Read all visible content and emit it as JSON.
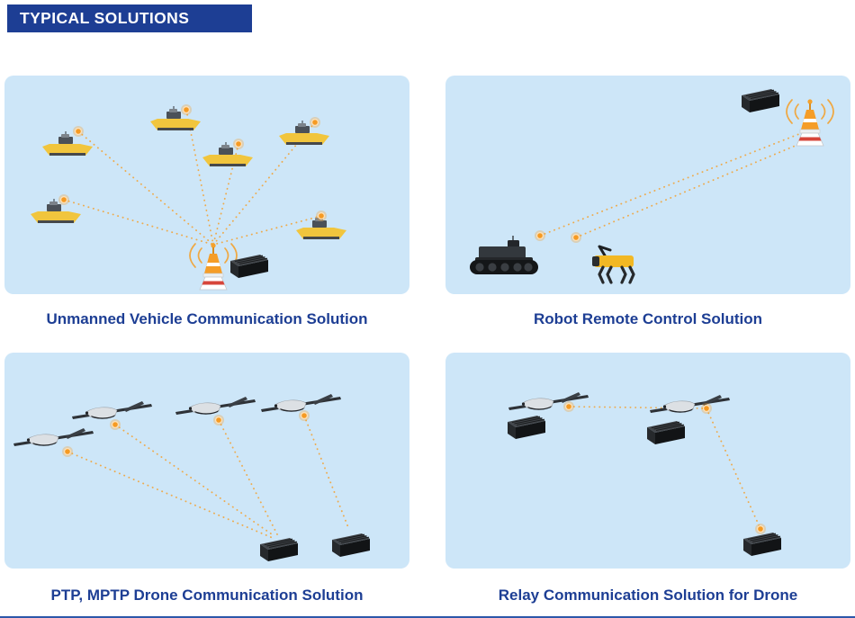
{
  "header": {
    "title": "TYPICAL SOLUTIONS"
  },
  "colors": {
    "page_bg": "#ffffff",
    "header_bg": "#1d3e94",
    "header_text": "#ffffff",
    "panel_bg": "#cde6f8",
    "caption_text": "#1d3e94",
    "link_line": "#efa843",
    "node_fill": "#f59a23",
    "bottom_rule": "#2d58aa"
  },
  "panels": [
    {
      "id": "unmanned-vehicle",
      "caption": "Unmanned Vehicle Communication Solution",
      "icons": {
        "usv-boat-icon": 6,
        "antenna-tower-icon": 1,
        "radio-unit-icon": 1,
        "link-node-icon": 6
      }
    },
    {
      "id": "robot-remote-control",
      "caption": "Robot Remote Control Solution",
      "icons": {
        "tracked-robot-icon": 1,
        "robot-dog-icon": 1,
        "antenna-tower-icon": 1,
        "radio-unit-icon": 1,
        "link-node-icon": 2
      }
    },
    {
      "id": "ptp-mptp-drone",
      "caption": "PTP, MPTP Drone Communication Solution",
      "icons": {
        "drone-icon": 4,
        "radio-unit-icon": 2,
        "link-node-icon": 4
      }
    },
    {
      "id": "relay-drone",
      "caption": "Relay Communication Solution for Drone",
      "icons": {
        "drone-icon": 2,
        "radio-unit-icon": 3,
        "link-node-icon": 3
      }
    }
  ]
}
